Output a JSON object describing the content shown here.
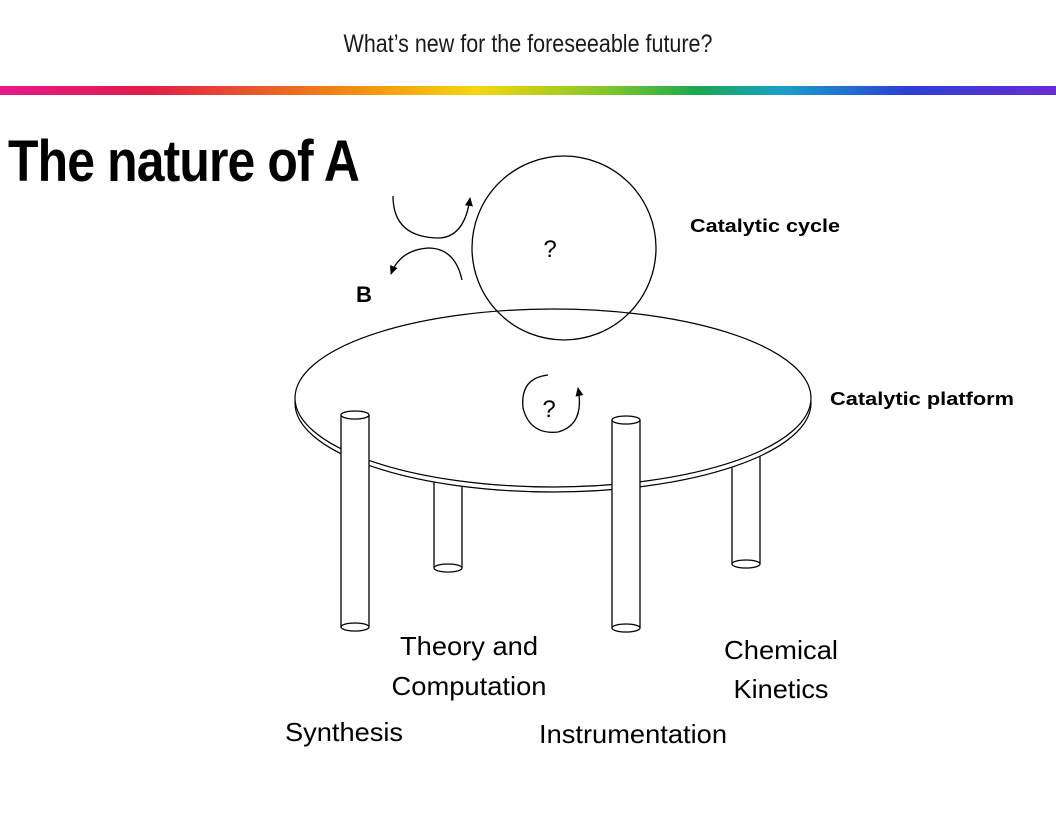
{
  "header": {
    "text": "What’s new for the foreseeable future?"
  },
  "title": "The nature of A",
  "diagram": {
    "cycle_label": "Catalytic cycle",
    "platform_label": "Catalytic platform",
    "cycle_center": "?",
    "platform_center": "?",
    "input_label": "B",
    "pillars": {
      "synthesis": "Synthesis",
      "theory_line1": "Theory and",
      "theory_line2": "Computation",
      "instrumentation": "Instrumentation",
      "kinetics_line1": "Chemical",
      "kinetics_line2": "Kinetics"
    }
  }
}
